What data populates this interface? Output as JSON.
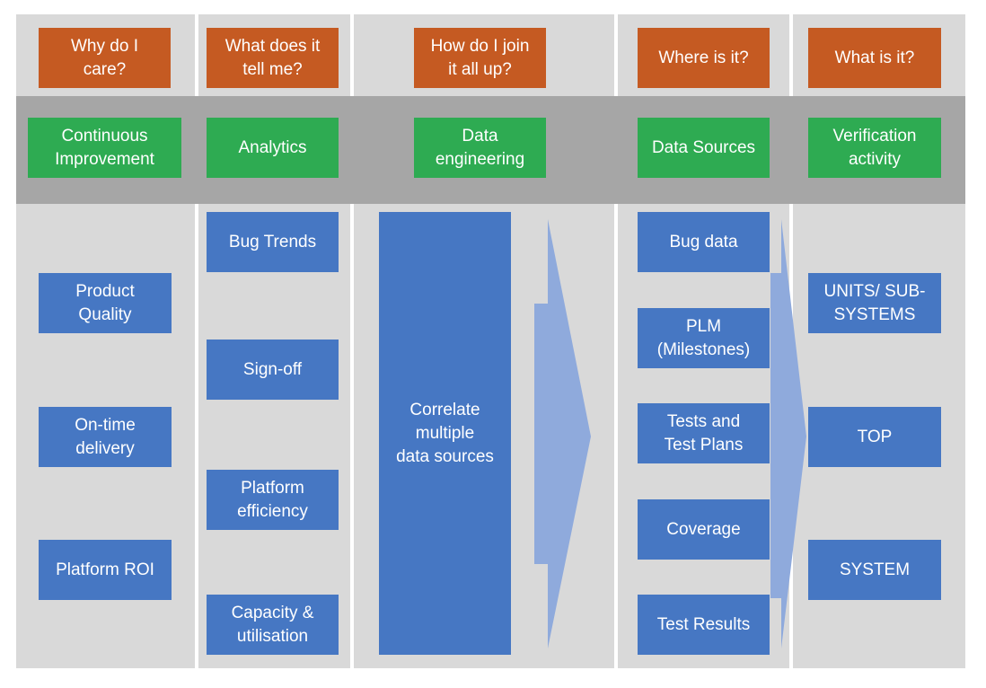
{
  "colors": {
    "column_bg": "#d9d9d9",
    "band_bg": "#a6a6a6",
    "question_box": "#c55a22",
    "category_box": "#2eab52",
    "item_box": "#4677c3",
    "arrow": "#8faadc"
  },
  "columns": [
    {
      "question": "Why do I\ncare?",
      "category": "Continuous\nImprovement",
      "items": [
        "Product\nQuality",
        "On-time\ndelivery",
        "Platform ROI"
      ]
    },
    {
      "question": "What does it\ntell me?",
      "category": "Analytics",
      "items": [
        "Bug Trends",
        "Sign-off",
        "Platform\nefficiency",
        "Capacity &\nutilisation"
      ]
    },
    {
      "question": "How do I join\nit all up?",
      "category": "Data\nengineering",
      "items": [
        "Correlate\nmultiple\ndata sources"
      ]
    },
    {
      "question": "Where is it?",
      "category": "Data Sources",
      "items": [
        "Bug data",
        "PLM\n(Milestones)",
        "Tests and\nTest Plans",
        "Coverage",
        "Test Results"
      ]
    },
    {
      "question": "What is it?",
      "category": "Verification\nactivity",
      "items": [
        "UNITS/ SUB-\nSYSTEMS",
        "TOP",
        "SYSTEM"
      ]
    }
  ]
}
